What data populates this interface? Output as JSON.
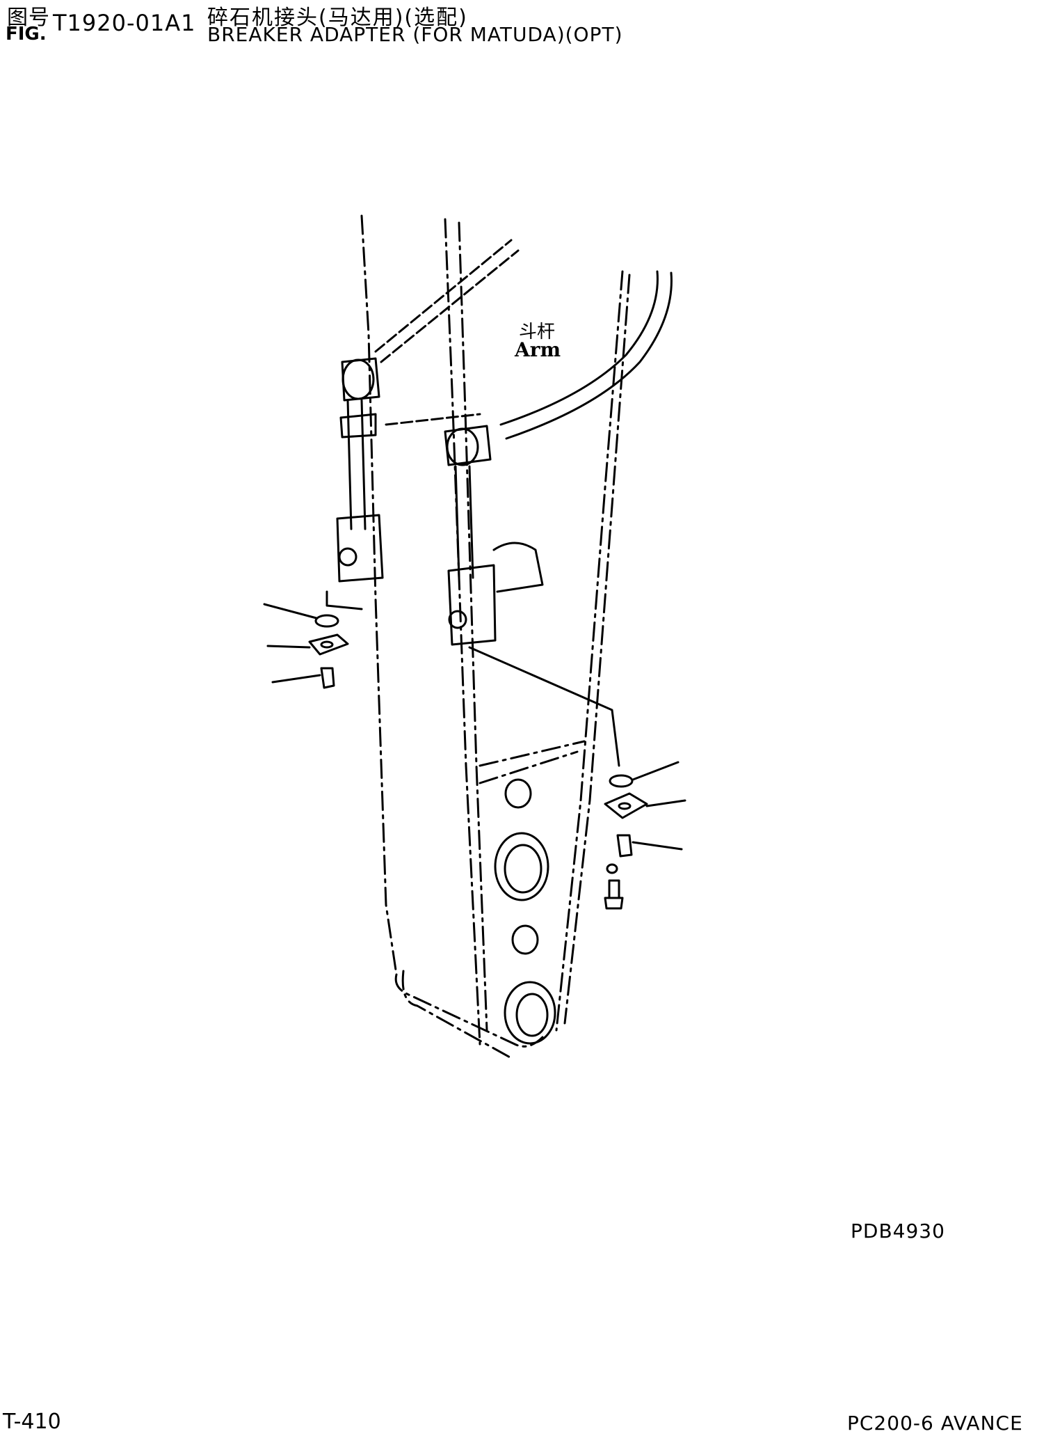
{
  "header": {
    "fig_label_cn": "图号",
    "fig_label_en": "FIG.",
    "figure_number": "T1920-01A1",
    "title_cn": "碎石机接头(马达用)(选配)",
    "title_en": "BREAKER ADAPTER (FOR MATUDA)(OPT)"
  },
  "diagram": {
    "arm_label_cn": "斗杆",
    "arm_label_en": "Arm",
    "drawing_number": "PDB4930"
  },
  "footer": {
    "page_number": "T-410",
    "model": "PC200-6 AVANCE"
  }
}
